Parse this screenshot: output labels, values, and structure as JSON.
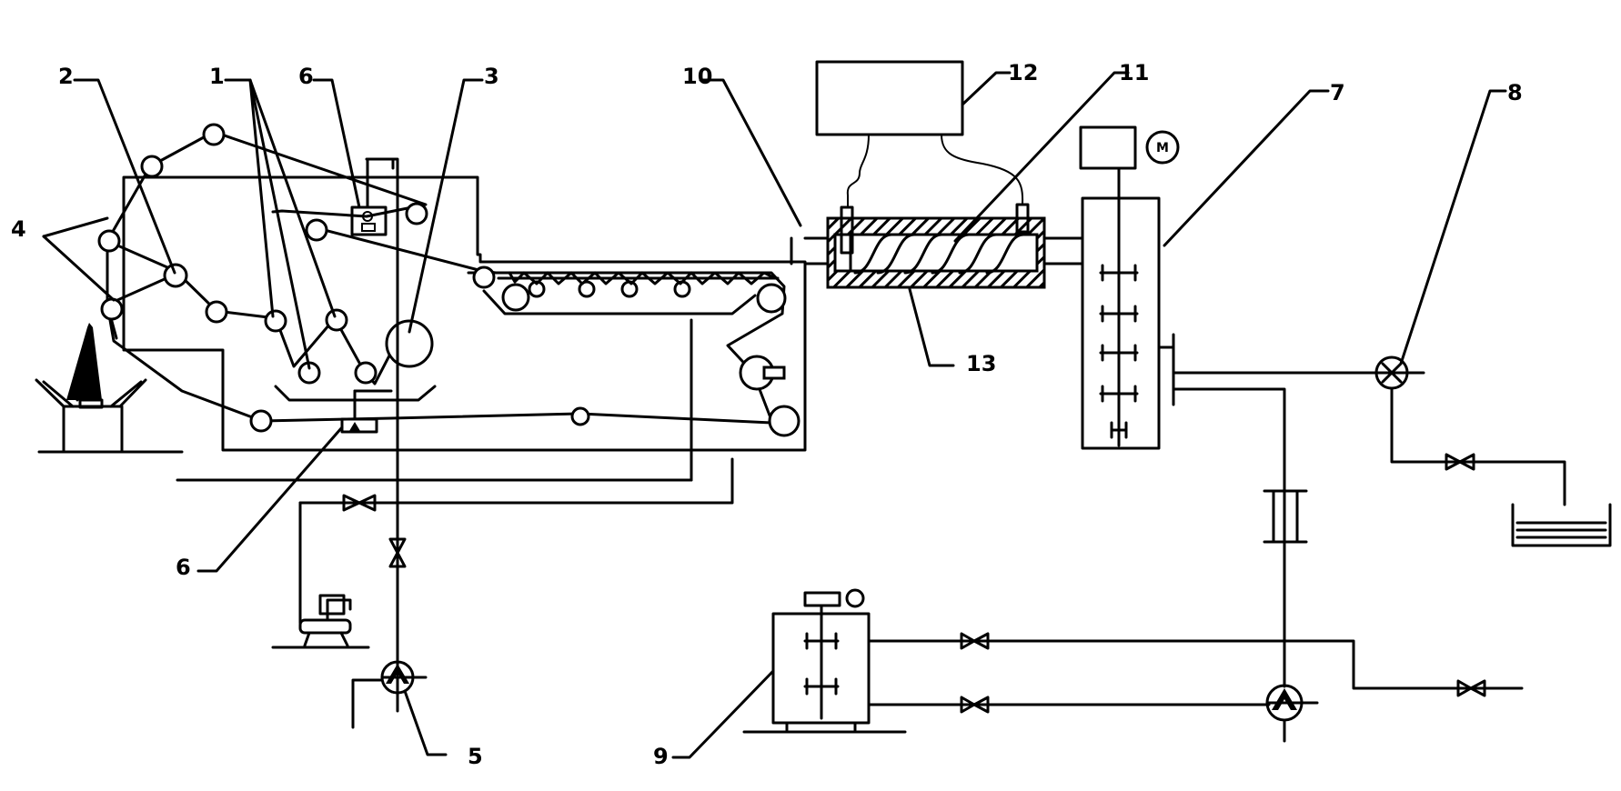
{
  "labels": {
    "l1": "1",
    "l2": "2",
    "l3": "3",
    "l4": "4",
    "l5": "5",
    "l6a": "6",
    "l6b": "6",
    "l7": "7",
    "l8": "8",
    "l9": "9",
    "l10": "10",
    "l11": "11",
    "l12": "12",
    "l13": "13",
    "motor": "M"
  }
}
